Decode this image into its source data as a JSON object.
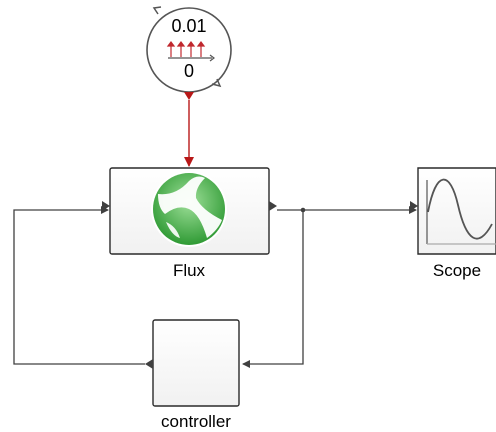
{
  "clock": {
    "period_label": "0.01",
    "offset_label": "0"
  },
  "blocks": {
    "flux": {
      "label": "Flux"
    },
    "scope": {
      "label": "Scope"
    },
    "controller": {
      "label": "controller"
    }
  },
  "colors": {
    "activation_link": "#b81818",
    "regular_link": "#404040",
    "block_border": "#2a2a2a",
    "flux_logo_green": "#3aa53a",
    "clock_impulse": "#c0282e"
  },
  "icons": [
    "clock-icon",
    "flux-logo-icon",
    "scope-plot-icon"
  ]
}
